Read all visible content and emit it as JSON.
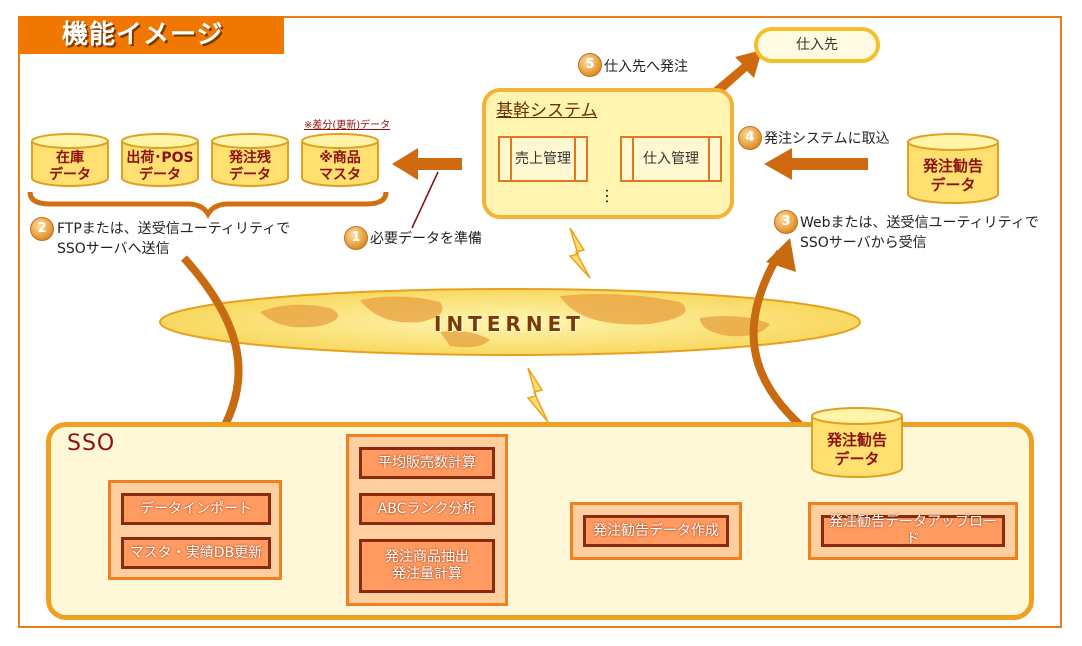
{
  "title": "機能イメージ",
  "left_cylinders": [
    {
      "line1": "在庫",
      "line2": "データ"
    },
    {
      "line1": "出荷･POS",
      "line2": "データ"
    },
    {
      "line1": "発注残",
      "line2": "データ"
    },
    {
      "line1": "※商品",
      "line2": "マスタ"
    }
  ],
  "diff_note": "※差分(更新)データ",
  "step1": {
    "num": "1",
    "text": "必要データを準備"
  },
  "step2": {
    "num": "2",
    "line1": "FTPまたは、送受信ユーティリティで",
    "line2": "SSOサーバへ送信"
  },
  "step3": {
    "num": "3",
    "line1": "Webまたは、送受信ユーティリティで",
    "line2": "SSOサーバから受信"
  },
  "step4": {
    "num": "4",
    "text": "発注システムに取込"
  },
  "step5": {
    "num": "5",
    "text": "仕入先へ発注"
  },
  "kikan": {
    "title": "基幹システム",
    "sub1": "売上管理",
    "sub2": "仕入管理",
    "dots": "…"
  },
  "supplier": "仕入先",
  "right_cylinder": {
    "line1": "発注勧告",
    "line2": "データ"
  },
  "internet": "INTERNET",
  "sso": {
    "label": "SSO",
    "group1": [
      "データインポート",
      "マスタ・実績DB更新"
    ],
    "group2": [
      "平均販売数計算",
      "ABCランク分析",
      "発注商品抽出",
      "発注量計算"
    ],
    "group3": "発注勧告データ作成",
    "group4": "発注勧告データアップロード",
    "cylinder": {
      "line1": "発注勧告",
      "line2": "データ"
    }
  },
  "colors": {
    "accent": "#f07800",
    "arrow": "#d06a10",
    "dark_text": "#8a1010"
  }
}
